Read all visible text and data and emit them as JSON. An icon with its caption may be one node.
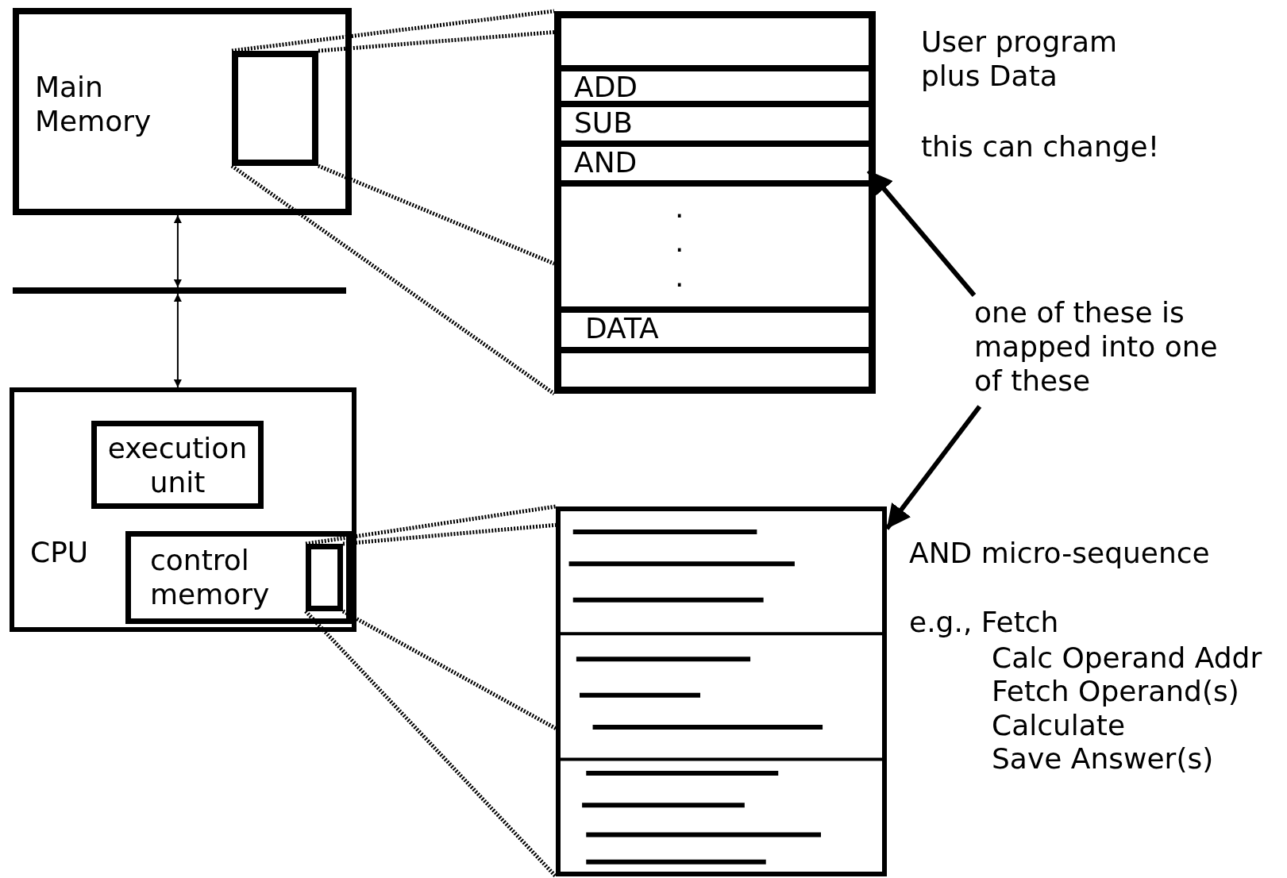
{
  "diagram": {
    "nodes": [
      {
        "text": [
          "Main Memory"
        ]
      },
      {
        "text": [],
        "shape": "box",
        "in": 0
      },
      {
        "text": [],
        "shape": "bar"
      },
      {
        "text": [
          "CPU"
        ]
      },
      {
        "text": [
          "execution unit"
        ],
        "in": 3
      },
      {
        "text": [
          "control memory"
        ],
        "in": 3
      },
      {
        "text": [],
        "shape": "box",
        "in": 5
      },
      {
        "text": [],
        "shape": "box"
      },
      {
        "text": [
          "ADD"
        ],
        "in": 7
      },
      {
        "text": [
          "SUB"
        ],
        "in": 7
      },
      {
        "text": [
          "AND"
        ],
        "in": 7
      },
      {
        "text": [
          "DATA"
        ],
        "in": 7
      },
      {
        "text": [
          "one of these is mapped into one of these"
        ]
      },
      {
        "text": [],
        "shape": "box"
      }
    ],
    "edges": [
      {
        "from": 0,
        "to": 2,
        "arrow": "both"
      },
      {
        "from": 2,
        "to": 3,
        "arrow": "both"
      },
      {
        "from": 1,
        "to": 7,
        "arrow": "none",
        "style": "dashed"
      },
      {
        "from": 6,
        "to": 13,
        "arrow": "none",
        "style": "dashed"
      },
      {
        "from": 12,
        "to": 10,
        "arrow": "to"
      },
      {
        "from": 12,
        "to": 13,
        "arrow": "to"
      }
    ],
    "labels": [
      "User program plus Data",
      "this can change!",
      ".",
      ".",
      ".",
      "AND micro-sequence",
      "e.g., Fetch",
      "Calc Operand Addr",
      "Fetch Operand(s)",
      "Calculate",
      "Save Answer(s)"
    ]
  }
}
